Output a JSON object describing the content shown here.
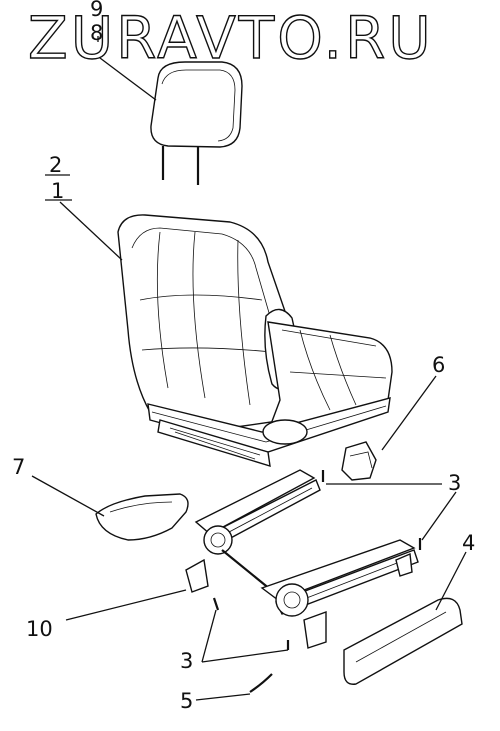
{
  "watermark": "ZURAVTO.RU",
  "callouts": {
    "c9": "9",
    "c8": "8",
    "c2": "2",
    "c1": "1",
    "c6": "6",
    "c7": "7",
    "c3a": "3",
    "c4": "4",
    "c10": "10",
    "c3b": "3",
    "c5": "5"
  }
}
